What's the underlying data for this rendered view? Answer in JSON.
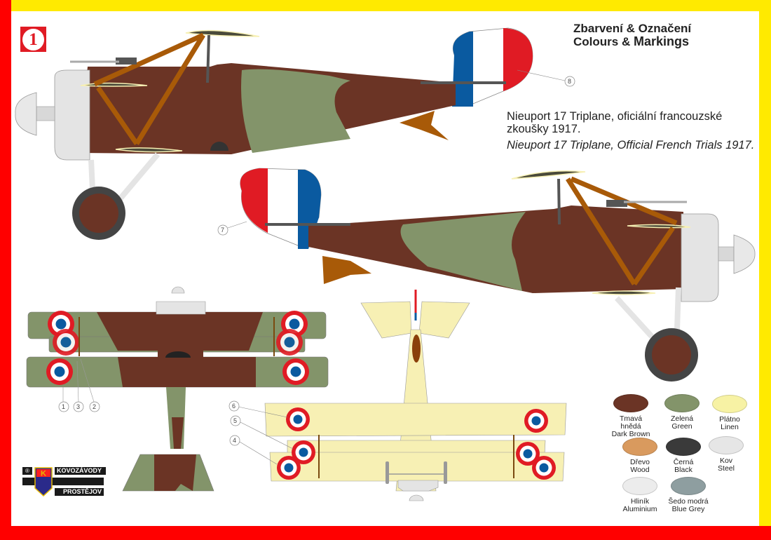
{
  "sheet": {
    "number": "1",
    "title_cz": "Zbarvení & Označení",
    "title_en_prefix": "Colours &",
    "title_en_big": "Markings",
    "description_cz_line1": "Nieuport 17 Triplane, oficiální  francouzské",
    "description_cz_line2": "zkoušky 1917.",
    "description_en": "Nieuport 17 Triplane, Official French Trials 1917."
  },
  "frame_colors": {
    "top_right": "#ffea00",
    "bottom_left": "#ff0000",
    "sheet": "#ffffff"
  },
  "callouts": [
    "1",
    "2",
    "3",
    "4",
    "5",
    "6",
    "7",
    "8"
  ],
  "legend": [
    {
      "cz": "Tmavá hnědá",
      "en": "Dark Brown",
      "color": "#6b3425"
    },
    {
      "cz": "Zelená",
      "en": "Green",
      "color": "#83946a"
    },
    {
      "cz": "Plátno",
      "en": "Linen",
      "color": "#f7f2a4"
    },
    {
      "cz": "Dřevo",
      "en": "Wood",
      "color": "#d99a5e"
    },
    {
      "cz": "Černá",
      "en": "Black",
      "color": "#3a3a3a"
    },
    {
      "cz": "Kov",
      "en": "Steel",
      "color": "#e6e6e6"
    },
    {
      "cz": "Hliník",
      "en": "Aluminium",
      "color": "#ececec"
    },
    {
      "cz": "Šedo modrá",
      "en": "Blue Grey",
      "color": "#8e9ea0"
    }
  ],
  "logo": {
    "registered": "®",
    "brand_top": "KOVOZÁVODY",
    "brand_bottom": "PROSTĚJOV",
    "letter": "K"
  },
  "camo_colors": {
    "brown": "#6b3425",
    "green": "#83946a",
    "linen": "#f7f0b4",
    "wood": "#a85a08",
    "steel": "#e4e4e4",
    "roundel_red": "#e01b24",
    "roundel_blue": "#0a5aa0"
  }
}
